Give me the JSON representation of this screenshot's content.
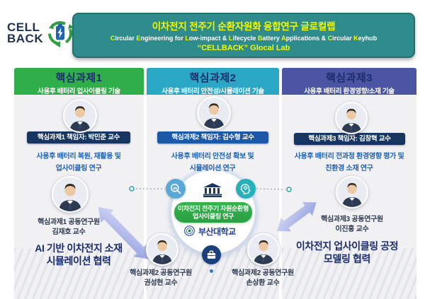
{
  "header": {
    "logo": {
      "line1": "CELL",
      "line2": "BACK",
      "icon": "recycle-battery-icon"
    },
    "banner": {
      "title_ko": "이차전지 전주기 순환자원화 융합연구 글로컬랩",
      "subtitle_full": "Circular Engineering for Low-impact & Lifecycle Battery Applications & Circular Keyhub",
      "subtitle_segments": [
        {
          "t": "C",
          "h": true
        },
        {
          "t": "ircular ",
          "h": false
        },
        {
          "t": "E",
          "h": true
        },
        {
          "t": "ngineering for ",
          "h": false
        },
        {
          "t": "L",
          "h": true
        },
        {
          "t": "ow-impact & ",
          "h": false
        },
        {
          "t": "L",
          "h": true
        },
        {
          "t": "ifecycle ",
          "h": false
        },
        {
          "t": "B",
          "h": true
        },
        {
          "t": "attery ",
          "h": false
        },
        {
          "t": "A",
          "h": true
        },
        {
          "t": "pplications & ",
          "h": false
        },
        {
          "t": "C",
          "h": true
        },
        {
          "t": "ircular ",
          "h": false
        },
        {
          "t": "K",
          "h": true
        },
        {
          "t": "eyhub",
          "h": false
        }
      ],
      "tagline": "“CELLBACK” Glocal Lab"
    }
  },
  "columns": [
    {
      "title": "핵심과제1",
      "subtitle": "사용후 배터리 업사이클링 기술",
      "badge": "핵심과제1 책임자: 박민준 교수",
      "desc_line1": "사용후 배터리 복원, 재활용 및",
      "desc_line2": "업사이클링 연구",
      "co_researchers": [
        {
          "role": "핵심과제1 공동연구원",
          "name": "김재호 교수"
        }
      ],
      "statement_line1": "AI 기반 이차전지 소재",
      "statement_line2": "시뮬레이션 협력"
    },
    {
      "title": "핵심과제2",
      "subtitle": "사용후 배터리 안전성/시뮬레이션 기술",
      "badge": "핵심과제2 책임자: 김수형 교수",
      "desc_line1": "사용후 배터리 안전성 확보 및",
      "desc_line2": "시뮬레이션 연구",
      "co_researchers": [
        {
          "role": "핵심과제2 공동연구원",
          "name": "권성현 교수"
        },
        {
          "role": "핵심과제2 공동연구원",
          "name": "손상환 교수"
        }
      ]
    },
    {
      "title": "핵심과제3",
      "subtitle": "사용후 배터리 환경영향/소재 기술",
      "badge": "핵심과제3 책임자: 김창혁 교수",
      "desc_line1": "사용후 배터리 전과정 환경영향 평가 및",
      "desc_line2": "친환경 소재 연구",
      "co_researchers": [
        {
          "role": "핵심과제3 공동연구원",
          "name": "이진홍 교수"
        }
      ],
      "statement_line1": "이차전지 업사이클링 공정",
      "statement_line2": "모델링 협력"
    }
  ],
  "center_hub": {
    "pill_line1": "이차전지 전주기 자원순환형",
    "pill_line2": "업사이클링 연구",
    "university": "부산대학교",
    "icons": [
      "search-analytics-icon",
      "university-building-icon",
      "mind-process-icon",
      "briefcase-icon",
      "university-seal-icon"
    ]
  },
  "colors": {
    "banner_bg": "#2e8c8c",
    "banner_yellow": "#f2fa00",
    "navy_text": "#1b2e6b",
    "col1_header": "#2fae4a",
    "col2_header": "#2aa7c5",
    "col3_header": "#4b55a3",
    "badge_navy": "#16355f",
    "badge_blue": "#1d57a8",
    "body_blue_text": "#2060b0",
    "hub_pill_green": "#2fae4a",
    "arrow_lavender": "#9aa6e4"
  }
}
